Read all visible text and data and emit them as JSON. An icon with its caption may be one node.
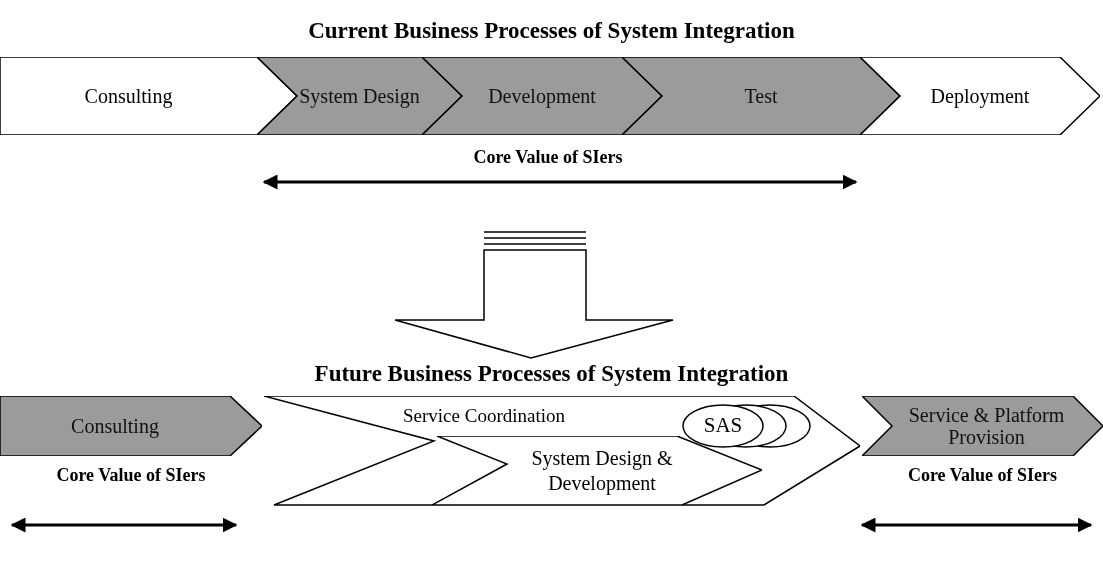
{
  "diagram": {
    "nodes": [
      {
        "text": [
          "Consulting"
        ]
      },
      {
        "text": [
          "System Design"
        ]
      },
      {
        "text": [
          "Development"
        ]
      },
      {
        "text": [
          "Test"
        ]
      },
      {
        "text": [
          "Deployment"
        ]
      },
      {
        "text": [
          "Service Coordination"
        ]
      },
      {
        "text": [
          "System Design & Development"
        ],
        "in": 5
      },
      {
        "text": [
          "SAS"
        ],
        "in": 5
      },
      {
        "text": [
          "Consulting"
        ],
        "beside": [
          "Core Value of SIers"
        ]
      },
      {
        "text": [
          "Service & Platform Provision"
        ],
        "beside": [
          "Core Value of SIers"
        ]
      }
    ],
    "labels": [
      "Current Business Processes of System Integration",
      "Core Value of SIers",
      "Future Business Processes of System Integration"
    ]
  }
}
